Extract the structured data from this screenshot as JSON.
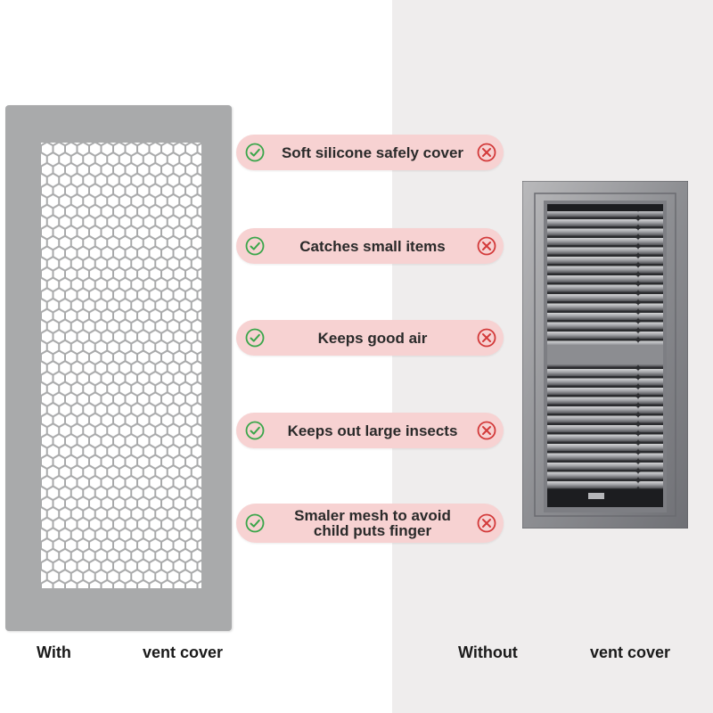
{
  "features": [
    {
      "label": "Soft silicone safely cover",
      "icon_left": "check-icon",
      "icon_right": "cross-icon"
    },
    {
      "label": "Catches small items",
      "icon_left": "check-icon",
      "icon_right": "cross-icon"
    },
    {
      "label": "Keeps good air",
      "icon_left": "check-icon",
      "icon_right": "cross-icon"
    },
    {
      "label": "Keeps out large insects",
      "icon_left": "check-icon",
      "icon_right": "cross-icon"
    },
    {
      "label_line1": "Smaler mesh to avoid",
      "label_line2": "child puts finger",
      "icon_left": "check-icon",
      "icon_right": "cross-icon"
    }
  ],
  "captions": {
    "with": "With",
    "with_suffix": "vent cover",
    "without": "Without",
    "without_suffix": "vent cover"
  },
  "colors": {
    "pill": "#f7d2d2",
    "check": "#3aa64a",
    "cross": "#d33a3a",
    "mesh_panel": "#a9aaab",
    "right_background": "#efeded"
  }
}
